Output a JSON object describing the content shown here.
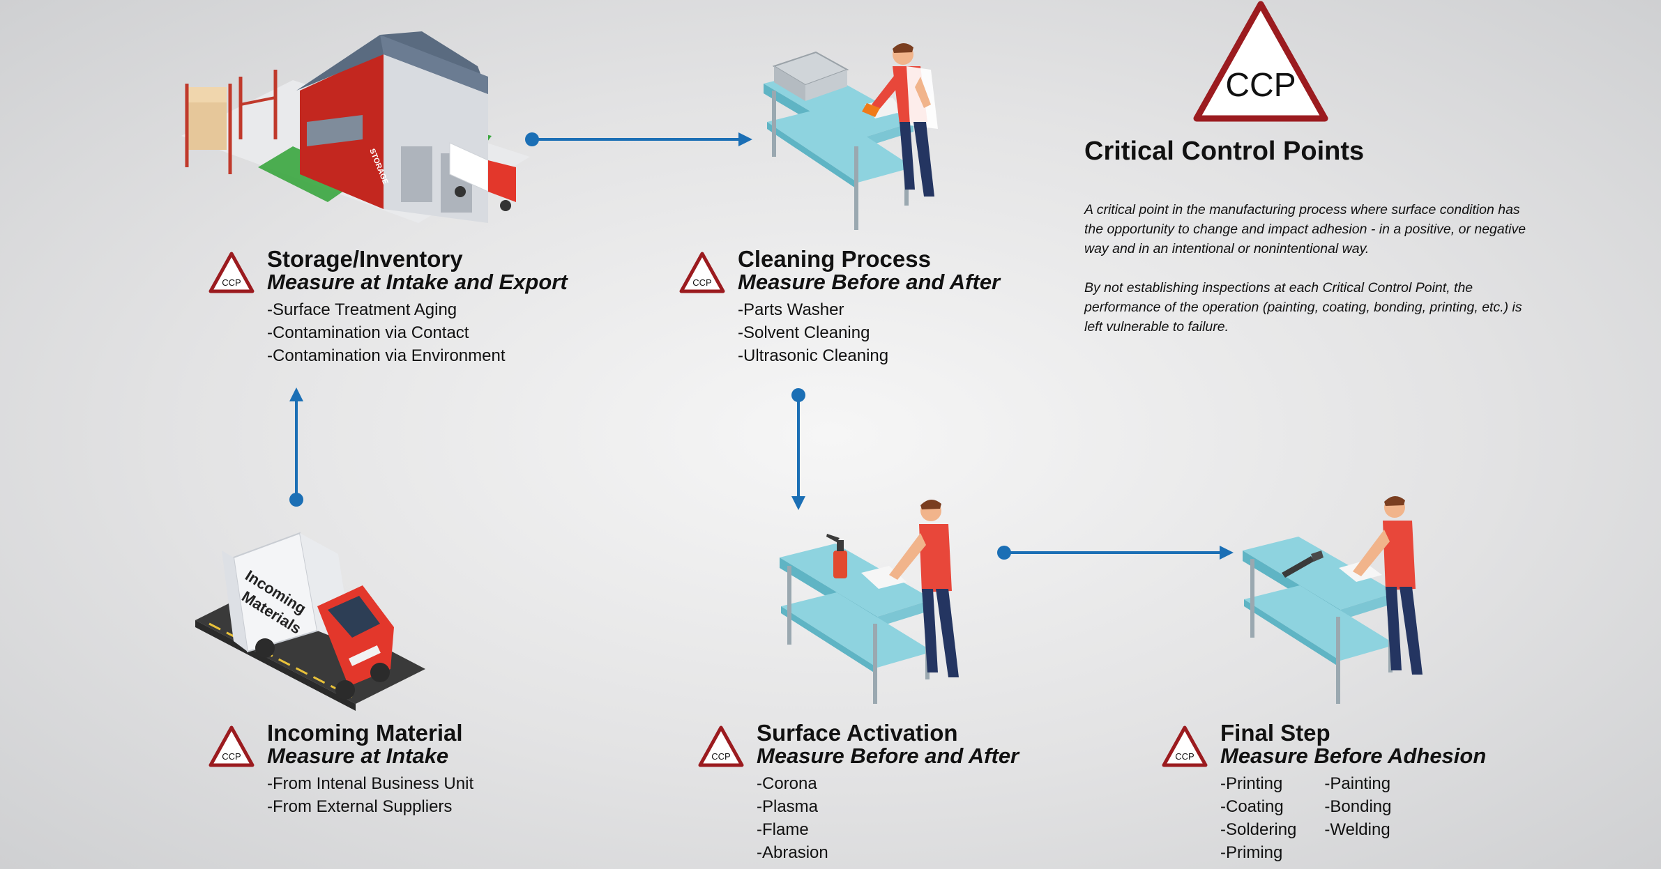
{
  "ccp_badge_label": "CCP",
  "header": {
    "title": "Critical Control Points",
    "paragraphs": [
      "A critical point in the manufacturing process where surface condition has the opportunity to change and impact adhesion - in a positive, or negative way and in an intentional or nonintentional way.",
      "By not establishing inspections at each Critical Control Point, the performance of the operation (painting, coating, bonding, printing, etc.) is left vulnerable to failure."
    ]
  },
  "stages": {
    "storage": {
      "title": "Storage/Inventory",
      "subtitle": "Measure at Intake and Export",
      "items": [
        "-Surface Treatment Aging",
        "-Contamination via Contact",
        "-Contamination via Environment"
      ],
      "illustration_text": "STORAGE"
    },
    "cleaning": {
      "title": "Cleaning Process",
      "subtitle": "Measure Before and After",
      "items": [
        "-Parts Washer",
        "-Solvent Cleaning",
        "-Ultrasonic Cleaning"
      ]
    },
    "incoming": {
      "title": "Incoming Material",
      "subtitle": "Measure at Intake",
      "items": [
        "-From Intenal Business Unit",
        "-From External Suppliers"
      ],
      "truck_text": [
        "Incoming",
        "Materials"
      ]
    },
    "activation": {
      "title": "Surface Activation",
      "subtitle": "Measure Before and After",
      "items": [
        "-Corona",
        "-Plasma",
        "-Flame",
        "-Abrasion"
      ]
    },
    "final": {
      "title": "Final Step",
      "subtitle": "Measure Before Adhesion",
      "items_col1": [
        "-Printing",
        "-Coating",
        "-Soldering",
        "-Priming"
      ],
      "items_col2": [
        "-Painting",
        "-Bonding",
        "-Welding"
      ]
    }
  },
  "colors": {
    "arrow": "#1b6fb5",
    "badge_red": "#9b1b1f",
    "table_top": "#8ed3df",
    "table_side": "#5fb4c4",
    "shirt": "#e8473a",
    "skin": "#f1b48b",
    "pants": "#243561",
    "hair": "#7a3e20",
    "truck_red": "#e3372b",
    "building_red": "#c3271f",
    "roof": "#5a6b80",
    "wall_gray": "#d8dbe0"
  },
  "icons": [
    "ccp-warning-icon",
    "warehouse-icon",
    "delivery-truck-icon",
    "worker-cleaning-icon",
    "worker-activation-icon",
    "worker-final-icon",
    "flow-arrow-icon"
  ]
}
